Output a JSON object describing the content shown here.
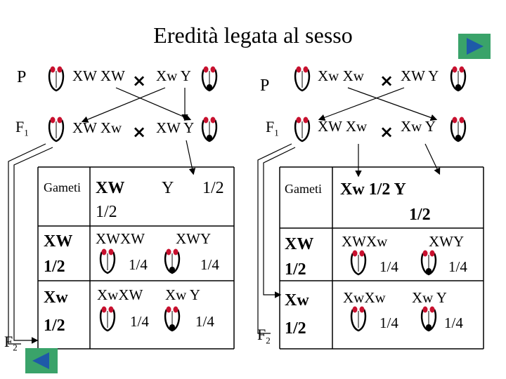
{
  "title": "Eredità legata al sesso",
  "colors": {
    "fly_red": "#c8102e",
    "nav_green": "#3aa36a",
    "nav_arrow": "#1e5aa8"
  },
  "left": {
    "p_label": "P",
    "p_female": "XW XW",
    "p_male": "Xw Y",
    "f1_label": "F",
    "f1_sub": "1",
    "f1_female": "XW Xw",
    "f1_male": "XW Y",
    "f2_label": "F",
    "f2_sub": "2",
    "gameti": "Gameti",
    "col1_gamete": "XW",
    "col1_freq": "1/2",
    "col2_gamete": "Y",
    "col2_freq": "1/2",
    "row1_gamete": "XW",
    "row1_freq": "1/2",
    "row2_gamete": "Xw",
    "row2_freq": "1/2",
    "cells": [
      {
        "genotype": "XWXW",
        "freq": "1/4"
      },
      {
        "genotype": "XWY",
        "freq": "1/4"
      },
      {
        "genotype": "XwXW",
        "freq": "1/4"
      },
      {
        "genotype": "Xw Y",
        "freq": "1/4"
      }
    ]
  },
  "right": {
    "p_label": "P",
    "p_female": "Xw Xw",
    "p_male": "XW Y",
    "f1_label": "F",
    "f1_sub": "1",
    "f1_female": "XW Xw",
    "f1_male": "Xw Y",
    "f2_label": "F",
    "f2_sub": "2",
    "gameti": "Gameti",
    "col_gametes": "Xw 1/2 Y",
    "col_freq2": "1/2",
    "row1_gamete": "XW",
    "row1_freq": "1/2",
    "row2_gamete": "Xw",
    "row2_freq": "1/2",
    "cells": [
      {
        "genotype": "XWXw",
        "freq": "1/4"
      },
      {
        "genotype": "XWY",
        "freq": "1/4"
      },
      {
        "genotype": "XwXw",
        "freq": "1/4"
      },
      {
        "genotype": "Xw Y",
        "freq": "1/4"
      }
    ]
  },
  "cross_symbol": "×",
  "nav": {
    "next": "next-arrow",
    "prev": "prev-arrow"
  }
}
